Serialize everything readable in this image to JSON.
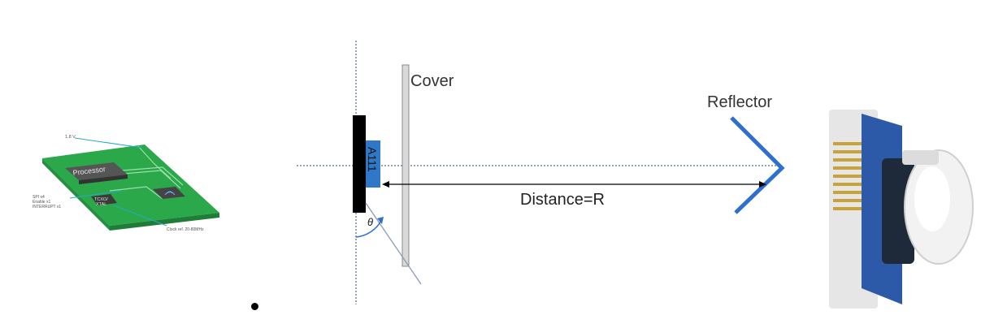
{
  "pcb": {
    "processor_label": "Processor",
    "voltage_label": "1.8 V",
    "spi_lines": [
      "SPI x4",
      "Enable x1",
      "INTERRUPT x1"
    ],
    "tcxo_lines": [
      "TCXO/",
      "XTAL"
    ],
    "clock_label": "Clock ref. 20-80MHz"
  },
  "diagram": {
    "cover_label": "Cover",
    "reflector_label": "Reflector",
    "sensor_label": "A111",
    "distance_label": "Distance=R",
    "angle_label": "θ"
  },
  "colors": {
    "pcb_green": "#2aa84a",
    "chip_dark": "#4a4a4a",
    "sensor_blue": "#2e78c7",
    "reflector_blue": "#2e6fd0",
    "dotted_line": "#6f86a8",
    "module_blue": "#2c5aa8"
  }
}
